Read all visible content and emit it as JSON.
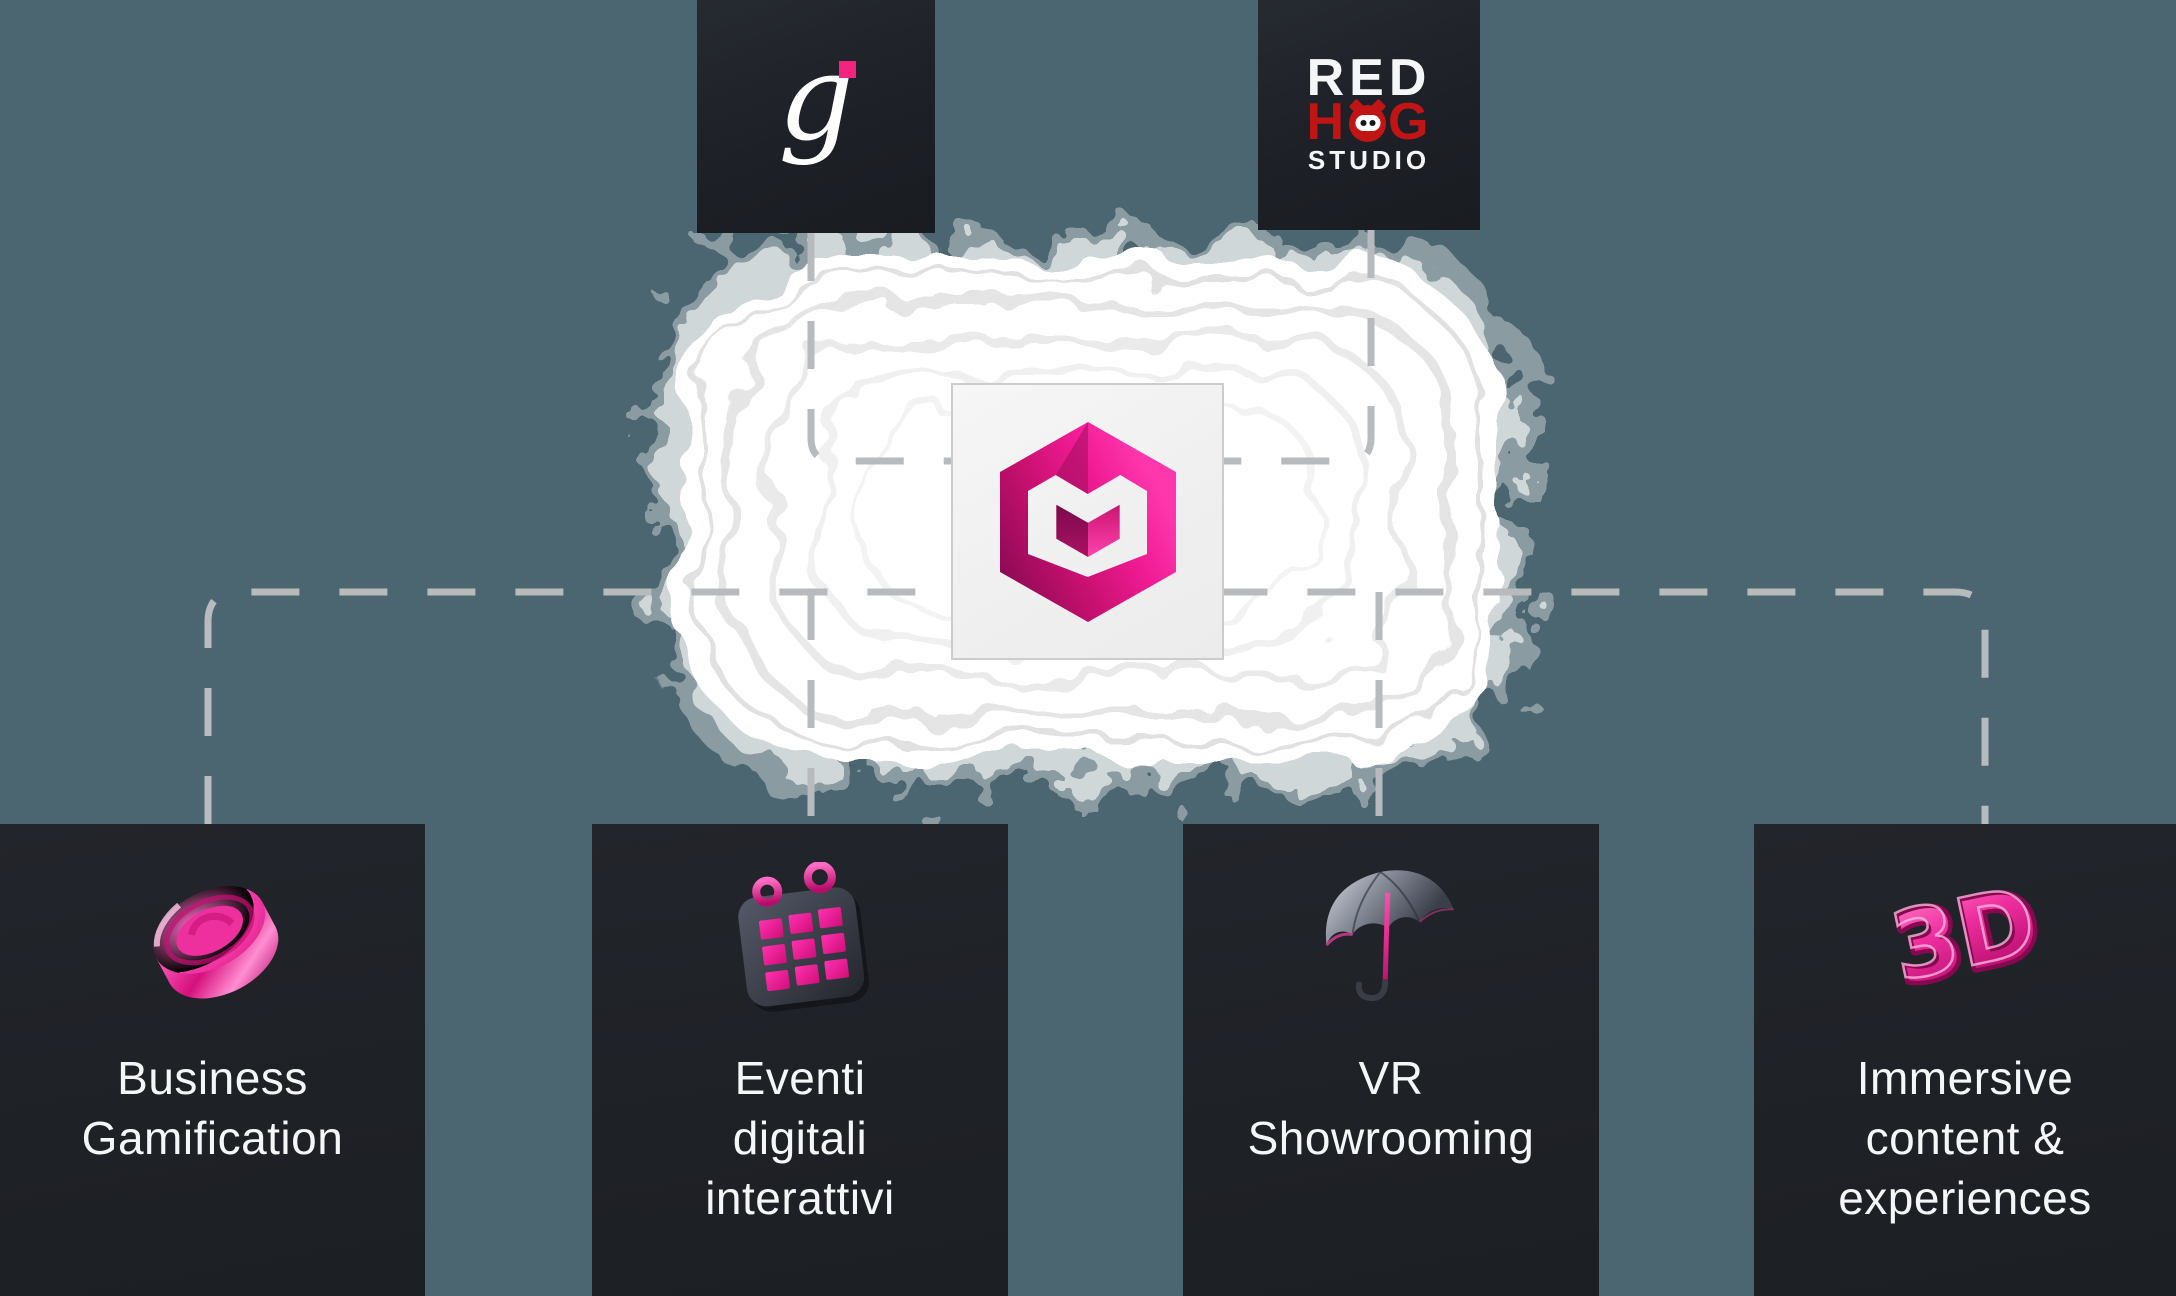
{
  "theme": {
    "background": "#4c6671",
    "tile_background": "#1f2227",
    "dash_color": "#b7bbbd",
    "text_color": "#f4f6f7",
    "accent_pink": "#f2247f",
    "logo_pink_bright": "#ff37ad",
    "logo_pink_dark": "#8e0a54",
    "red": "#c11414"
  },
  "partners": [
    {
      "letter": "g"
    },
    {
      "line1": "RED",
      "line2_left": "H",
      "line2_right": "G",
      "line3": "STUDIO"
    }
  ],
  "center": {
    "logo": "m-hexagon-cube"
  },
  "services": [
    {
      "icon": "coin-3d",
      "lines": [
        "Business",
        "Gamification"
      ]
    },
    {
      "icon": "calendar-3d",
      "lines": [
        "Eventi",
        "digitali",
        "interattivi"
      ]
    },
    {
      "icon": "umbrella-3d",
      "lines": [
        "VR",
        "Showrooming"
      ]
    },
    {
      "icon": "balloon-3d-text",
      "icon_text": "3D",
      "lines": [
        "Immersive",
        "content &",
        "experiences"
      ]
    }
  ]
}
